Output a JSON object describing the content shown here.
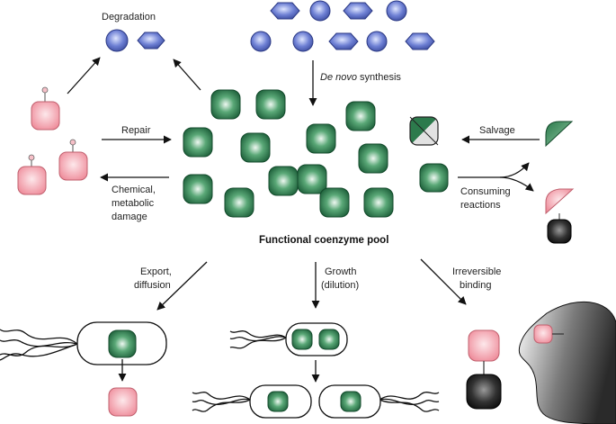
{
  "labels": {
    "degradation": "Degradation",
    "de_novo_italic": "De novo",
    "de_novo_rest": " synthesis",
    "repair": "Repair",
    "chemical_line1": "Chemical,",
    "chemical_line2": "metabolic",
    "chemical_line3": "damage",
    "salvage": "Salvage",
    "consuming_line1": "Consuming",
    "consuming_line2": "reactions",
    "pool_title": "Functional coenzyme pool",
    "export_line1": "Export,",
    "export_line2": "diffusion",
    "growth_line1": "Growth",
    "growth_line2": "(dilution)",
    "irreversible_line1": "Irreversible",
    "irreversible_line2": "binding"
  },
  "colors": {
    "coenzyme_green": "#1f6e42",
    "coenzyme_highlight": "#e6f3ea",
    "precursor_blue": "#4d5fb8",
    "damaged_pink": "#f09aa6",
    "enzyme_dark": "#1e1e1e",
    "arrow": "#111111"
  }
}
